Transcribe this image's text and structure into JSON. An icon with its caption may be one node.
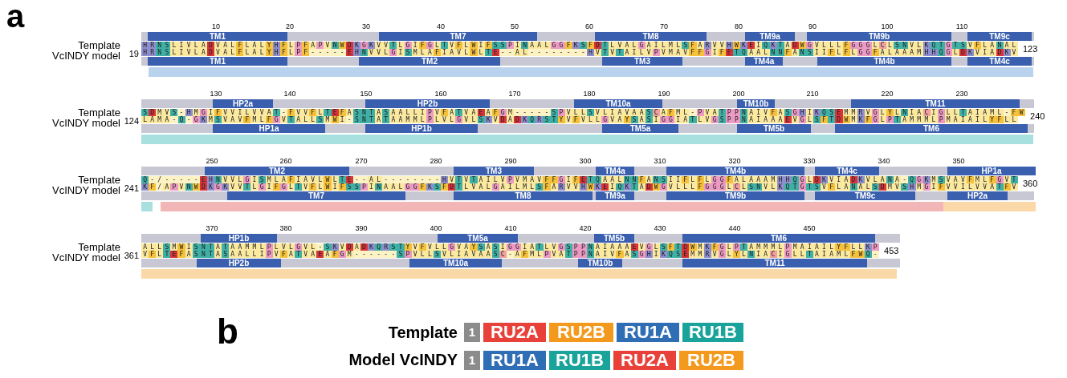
{
  "diagram": {
    "nodes": [
      {
        "text": [
          "TM1"
        ]
      },
      {
        "text": [
          "TM7"
        ]
      },
      {
        "text": [
          "TM8"
        ]
      },
      {
        "text": [
          "TM9a"
        ]
      },
      {
        "text": [
          "TM9b"
        ]
      },
      {
        "text": [
          "TM9c"
        ]
      },
      {
        "text": [
          "TM1"
        ]
      },
      {
        "text": [
          "TM2"
        ]
      },
      {
        "text": [
          "TM3"
        ]
      },
      {
        "text": [
          "TM4a"
        ]
      },
      {
        "text": [
          "TM4b"
        ]
      },
      {
        "text": [
          "TM4c"
        ]
      },
      {
        "text": [
          "HP2a"
        ]
      },
      {
        "text": [
          "HP2b"
        ]
      },
      {
        "text": [
          "TM10a"
        ]
      },
      {
        "text": [
          "TM10b"
        ]
      },
      {
        "text": [
          "TM11"
        ]
      },
      {
        "text": [
          "HP1a"
        ]
      },
      {
        "text": [
          "HP1b"
        ]
      },
      {
        "text": [
          "TM5a"
        ]
      },
      {
        "text": [
          "TM5b"
        ]
      },
      {
        "text": [
          "TM6"
        ]
      },
      {
        "text": [
          "TM2"
        ]
      },
      {
        "text": [
          "TM3"
        ]
      },
      {
        "text": [
          "TM4a"
        ]
      },
      {
        "text": [
          "TM4b"
        ]
      },
      {
        "text": [
          "TM4c"
        ]
      },
      {
        "text": [
          "HP1a"
        ]
      },
      {
        "text": [
          "TM7"
        ]
      },
      {
        "text": [
          "TM8"
        ]
      },
      {
        "text": [
          "TM9a"
        ]
      },
      {
        "text": [
          "TM9b"
        ]
      },
      {
        "text": [
          "TM9c"
        ]
      },
      {
        "text": [
          "HP2a"
        ]
      },
      {
        "text": [
          "HP1b"
        ]
      },
      {
        "text": [
          "TM5a"
        ]
      },
      {
        "text": [
          "TM5b"
        ]
      },
      {
        "text": [
          "TM6"
        ]
      },
      {
        "text": [
          "HP2b"
        ]
      },
      {
        "text": [
          "TM10a"
        ]
      },
      {
        "text": [
          "TM10b"
        ]
      },
      {
        "text": [
          "TM11"
        ]
      },
      {
        "text": [
          "1"
        ]
      },
      {
        "text": [
          "RU2A"
        ]
      },
      {
        "text": [
          "RU2B"
        ]
      },
      {
        "text": [
          "RU1A"
        ]
      },
      {
        "text": [
          "RU1B"
        ]
      },
      {
        "text": [
          "1"
        ]
      },
      {
        "text": [
          "RU1A"
        ]
      },
      {
        "text": [
          "RU1B"
        ]
      },
      {
        "text": [
          "RU2A"
        ]
      },
      {
        "text": [
          "RU2B"
        ]
      }
    ],
    "labels": [
      "a",
      "10",
      "20",
      "30",
      "40",
      "50",
      "60",
      "70",
      "80",
      "90",
      "100",
      "110",
      "Template",
      "VcINDY model",
      "19",
      "HRNSLIVLADVALFLALYHFLPFAPVNWDKGKVVTLGIFGLTVFLWIFSSPINAALGGFKSFDTLVALGAILMLSFARVVHWKEIQKTADWGVLLLFGGGLCLSNVLKQTGTSVFLANAL",
      "HRNSLIVLADVALFLALYHFLPF-----EHNVVLGISMLAFIAVLWLTE--AL--------HVTVTAILVPVMAVFFGIFETQAALNNFANSIIFLFLGGFALAAAMHHQGLDKVIADKV",
      "123",
      "130",
      "140",
      "150",
      "160",
      "170",
      "180",
      "190",
      "200",
      "210",
      "220",
      "230",
      "Template",
      "VcINDY model",
      "124",
      "SDMVS-HMGIFVVILVVAT-FVVFLTEFASNTASAALLIPVFATVAEAFGM-----SPVLLSVLIAVAASCAFML-PVATPPNAIVFASGHIKQSEMMRVGLYLNIACIGLLTAIAML-FW",
      "LAMA-Q-GKMSVAVFMLFGVTALLSMWI-SNTATAAMMLPLVLGVLSKVDADKQRSTYVFVLLGVAYSASIGGIATLVGSPPNAIAAAEVGLSFTDWMKFGLPTAMMMLPMAIAILYFLL",
      "240",
      "250",
      "260",
      "270",
      "280",
      "290",
      "300",
      "310",
      "320",
      "330",
      "340",
      "350",
      "Template",
      "VcINDY model",
      "241",
      "Q-/-----EHNVVLGISMLAFIAVLWLTE--AL--------HVTVTAILVPVMAVFFGIFETQAALNNFANSIIFLFLGGFALAAAMHHQGLDKVIADKVLANA-QGKMSVAVFMLFGVT",
      "KF/APVNWDKGKVVTLGIFGLTVFLWIFSSPINAALGGFKSFDTLVALGAILMLSFARVVHWKEIQKTADWGVLLLFGGGLCLSNVLKQTGTSVFLANALSDMVSHMGIFVVILVVATFV",
      "360",
      "370",
      "380",
      "390",
      "400",
      "410",
      "420",
      "430",
      "440",
      "450",
      "Template",
      "VcINDY model",
      "361",
      "ALLSMWISNTATAAMMLPLVLGVL-SKVDADKQRSTYVFVLLGVAYSASIGGIATLVGSPPNAIAAAEVGLSFTDWMKFGLPTAMMMLPMAIAILYFLLKP",
      "VFLTEFASNTASAALLIPVFATVAEAFGM------SPVLLSVLIAVAASC-AFMLPVATPPNAIVFASGHIKQSEMMRVGLYLNIACIGLLTAIAMLFWQ-",
      "453",
      "b",
      "Template",
      "Model VcINDY"
    ]
  }
}
